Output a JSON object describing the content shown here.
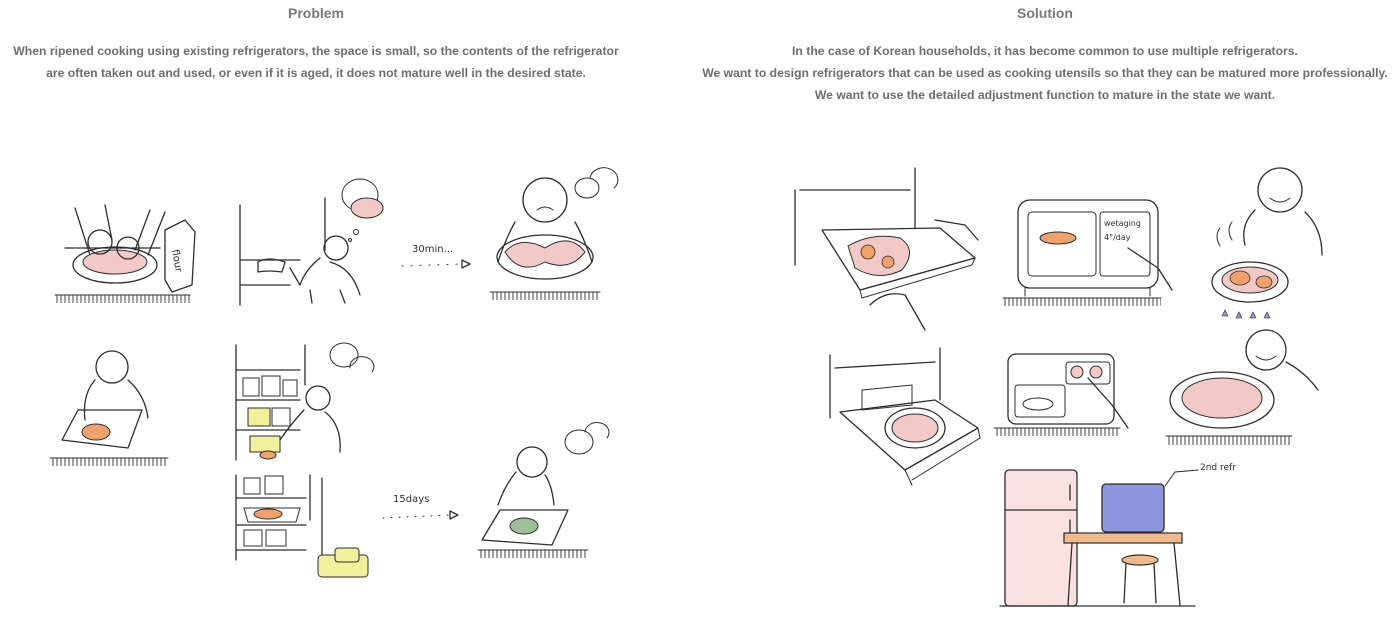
{
  "problem": {
    "title": "Problem",
    "lines": [
      "When ripened cooking using existing refrigerators, the space is small, so the contents of the refrigerator",
      "are often taken out and used, or even if it is aged, it does not mature well in the desired state."
    ],
    "annotations": {
      "time_30min": "30min...",
      "time_15days": "15days",
      "flour_label": "flour"
    }
  },
  "solution": {
    "title": "Solution",
    "lines": [
      "In the case of Korean households, it has become common to use multiple refrigerators.",
      "We want to design refrigerators that can be used as cooking utensils so that they can be matured more professionally.",
      "We want to use the detailed adjustment function to mature in the state we want."
    ],
    "annotations": {
      "screen_text_1": "wetaging",
      "screen_text_2": "4°/day",
      "second_refrigerator": "2nd refr"
    }
  },
  "colors": {
    "heading": "#7a7a7a",
    "body": "#6e6e6e",
    "meat_pink": "#f2c9c6",
    "meat_orange": "#f0a26a",
    "food_yellow": "#f2f09a",
    "mold_green": "#9fbf9a",
    "screen_blue": "#8e96e0",
    "wood_orange": "#f2b98a"
  }
}
